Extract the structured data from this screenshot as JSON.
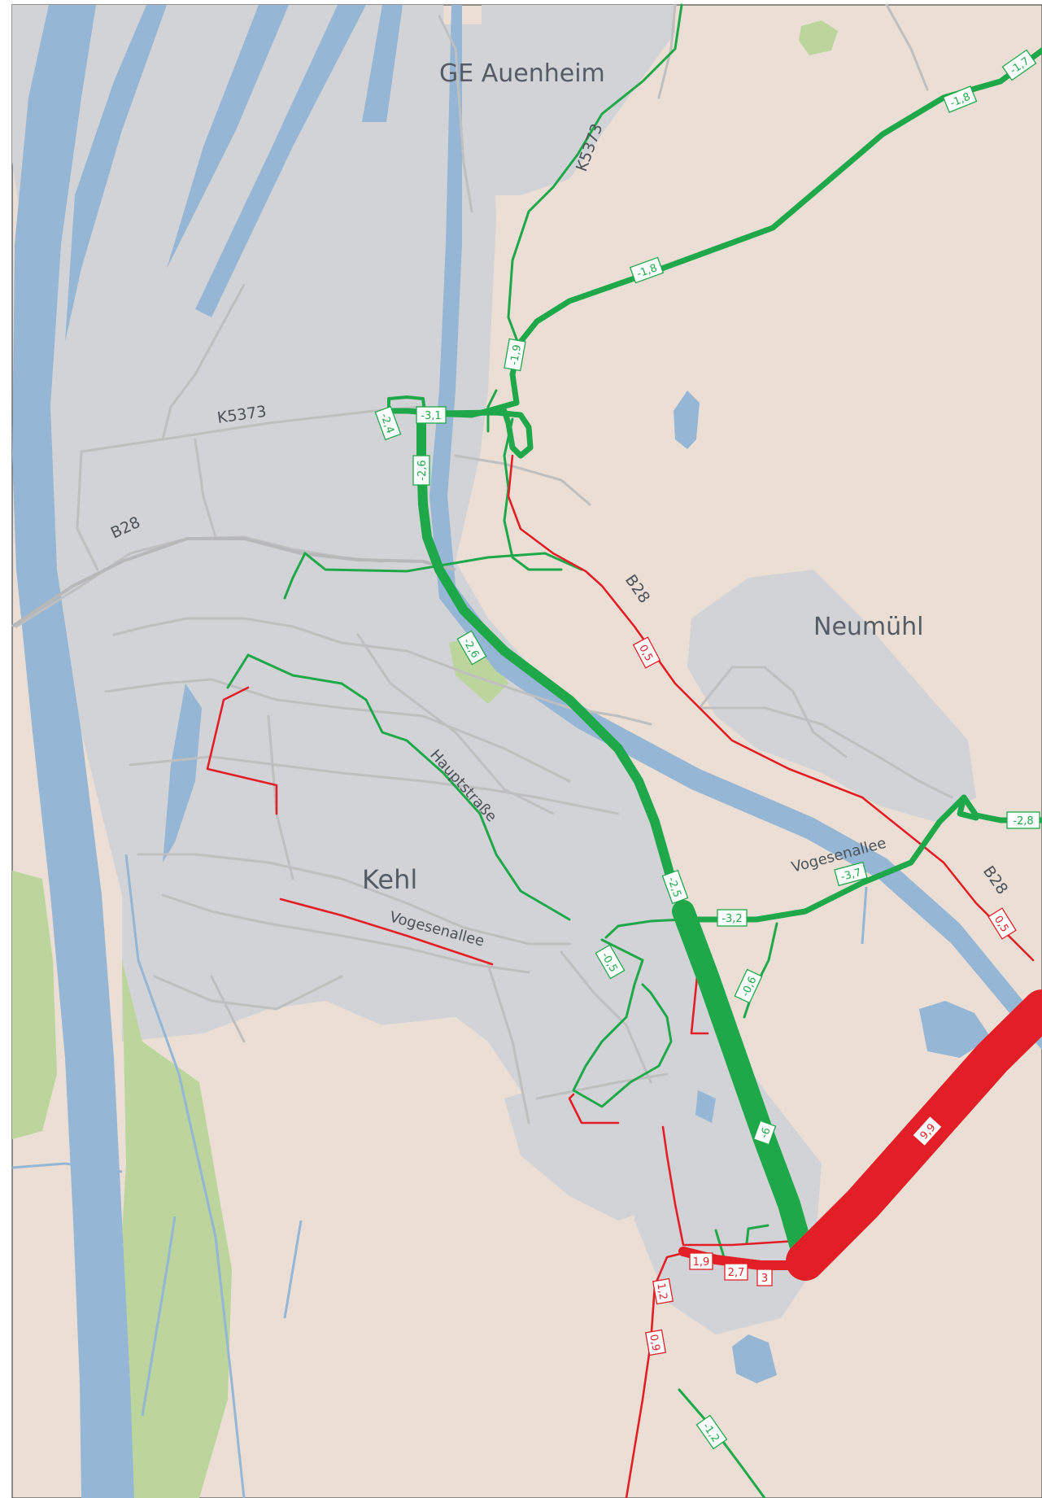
{
  "map": {
    "colors": {
      "land": "#ebdfd5",
      "urban": "#d2d3d6",
      "water": "#95b6d4",
      "green_area": "#bcd59c",
      "road_gray": "#bfbfbf",
      "decrease": "#1fa84a",
      "increase": "#e21f26"
    },
    "places": {
      "auenheim": "GE Auenheim",
      "neumuehl": "Neumühl",
      "kehl": "Kehl"
    },
    "roads": {
      "k5373_north": "K5373",
      "k5373_west": "K5373",
      "b28_west": "B28",
      "b28_center": "B28",
      "b28_east": "B28"
    },
    "streets": {
      "hauptstrasse": "Hauptstraße",
      "vogesenallee_south": "Vogesenallee",
      "vogesenallee_east": "Vogesenallee"
    },
    "values": {
      "v_n1": "-1,7",
      "v_n2": "-1,8",
      "v_n3": "-1,8",
      "v_k1": "-1,9",
      "v_j1": "-2,4",
      "v_j2": "-3,1",
      "v_j3": "-2,6",
      "v_j4": "-2,6",
      "v_b1": "0,5",
      "v_e1": "-2,8",
      "v_e2": "-3,7",
      "v_e3": "0,5",
      "v_m1": "-2,5",
      "v_m2": "-3,2",
      "v_m3": "-0,5",
      "v_m4": "-0,6",
      "v_s1": "-6",
      "v_s2": "9,9",
      "v_s3": "1,9",
      "v_s4": "2,7",
      "v_s5": "3",
      "v_s6": "1,2",
      "v_s7": "0,9",
      "v_s8": "-1,2"
    }
  }
}
